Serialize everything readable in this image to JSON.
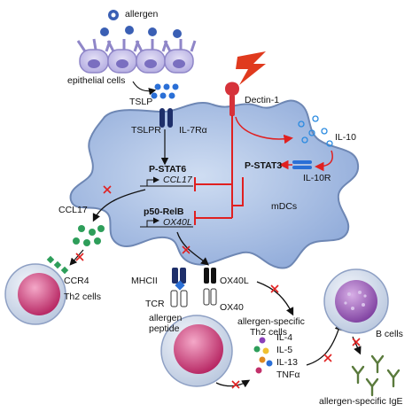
{
  "labels": {
    "allergen": "allergen",
    "epithelial_cells": "epithelial cells",
    "tslp": "TSLP",
    "tslpr": "TSLPR",
    "il7ra": "IL-7Rα",
    "dectin1": "Dectin-1",
    "il10": "IL-10",
    "il10r": "IL-10R",
    "pstat6": "P-STAT6",
    "ccl17_gene": "CCL17",
    "pstat3": "P-STAT3",
    "p50relb": "p50-RelB",
    "ox40l_gene": "OX40L",
    "mdcs": "mDCs",
    "ccl17": "CCL17",
    "ccr4": "CCR4",
    "th2_cells": "Th2 cells",
    "mhcii": "MHCII",
    "ox40l": "OX40L",
    "tcr": "TCR",
    "ox40": "OX40",
    "allergen_peptide_1": "allergen",
    "allergen_peptide_2": "peptide",
    "allergen_specific_th2_1": "allergen-specific",
    "allergen_specific_th2_2": "Th2 cells",
    "b_cells": "B cells",
    "il4": "IL-4",
    "il5": "IL-5",
    "il13": "IL-13",
    "tnfa": "TNFα",
    "allergen_specific_ige": "allergen-specific IgE"
  },
  "colors": {
    "dc_cell": "#a9c1e4",
    "dc_outline": "#6e87b4",
    "epithelial": "#c9c3ea",
    "inhibition": "#e02020",
    "activation": "#111111",
    "receptor": "#1e2f6a",
    "tslp_dot": "#2a6fd6",
    "ccl17_dot": "#2e9e5a",
    "dectin1": "#d6323a",
    "lightning": "#e03a1e",
    "th2_nucleus": "#c2306a",
    "b_nucleus": "#8a4aa8",
    "antibody": "#5a7a3c"
  }
}
